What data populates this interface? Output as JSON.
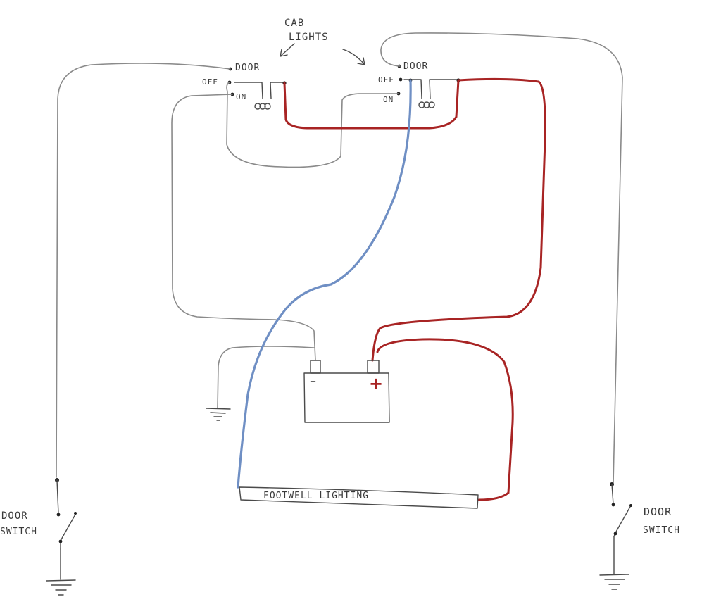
{
  "labels": {
    "cab_lights_line1": "CAB",
    "cab_lights_line2": "LIGHTS",
    "left_switch": {
      "door": "DOOR",
      "off": "OFF",
      "on": "ON"
    },
    "right_switch": {
      "door": "DOOR",
      "off": "OFF",
      "on": "ON"
    },
    "battery_negative": "–",
    "battery_positive": "+",
    "footwell": "FOOTWELL   LIGHTING",
    "left_door_switch": {
      "line1": "DOOR",
      "line2": "SWITCH"
    },
    "right_door_switch": {
      "line1": "DOOR",
      "line2": "SWITCH"
    }
  },
  "colors": {
    "gray_wire": "#8a8a8a",
    "red_wire": "#a82424",
    "blue_wire": "#6f8fc4",
    "ink": "#4a4a4a"
  }
}
